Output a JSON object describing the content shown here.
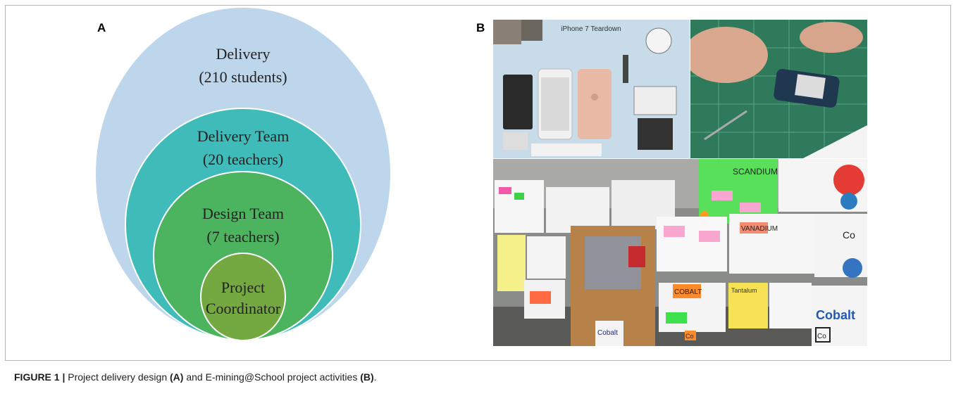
{
  "panel_a_label": "A",
  "panel_b_label": "B",
  "diagram": {
    "rings": [
      {
        "line1": "Delivery",
        "line2": "(210 students)",
        "color": "#bed6ec"
      },
      {
        "line1": "Delivery Team",
        "line2": "(20 teachers)",
        "color": "#3fbcb9"
      },
      {
        "line1": "Design Team",
        "line2": "(7 teachers)",
        "color": "#4cb45e"
      },
      {
        "line1": "Project",
        "line2": "Coordinator",
        "color": "#74a841"
      }
    ]
  },
  "photos": {
    "teardown_title": "iPhone 7 Teardown",
    "poster_labels": [
      "SCANDIUM",
      "VANADIUM",
      "Cobalt",
      "COBALT",
      "Cobalt",
      "Tantalum",
      "Co",
      "Co",
      "Co"
    ]
  },
  "caption": {
    "lead": "FIGURE 1 |",
    "part1": " Project delivery design ",
    "ref_a": "(A)",
    "part2": " and E-mining@School project activities ",
    "ref_b": "(B)",
    "end": "."
  }
}
